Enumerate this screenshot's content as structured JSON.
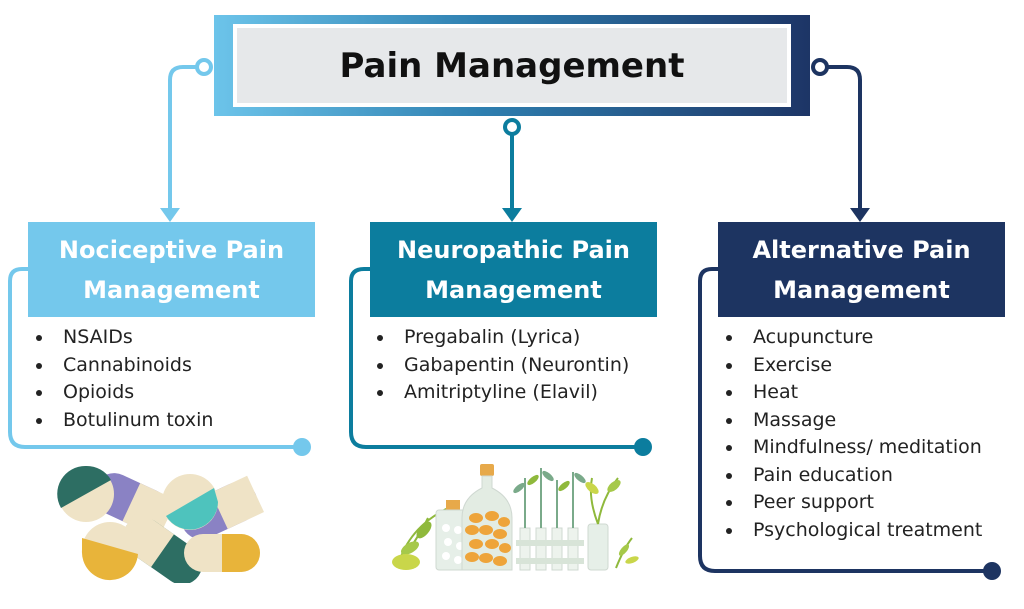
{
  "title": "Pain Management",
  "colors": {
    "light_blue": "#74c8ec",
    "teal": "#0c7d9e",
    "navy": "#1d3461",
    "title_fill": "#e6e8ea"
  },
  "categories": [
    {
      "id": "nociceptive",
      "title_lines": [
        "Nociceptive Pain",
        "Management"
      ],
      "items": [
        "NSAIDs",
        "Cannabinoids",
        "Opioids",
        "Botulinum toxin"
      ],
      "illustration": "pills-icon"
    },
    {
      "id": "neuropathic",
      "title_lines": [
        "Neuropathic Pain",
        "Management"
      ],
      "items": [
        "Pregabalin (Lyrica)",
        "Gabapentin (Neurontin)",
        "Amitriptyline (Elavil)"
      ],
      "illustration": "medicine-bottles-icon"
    },
    {
      "id": "alternative",
      "title_lines": [
        "Alternative Pain",
        "Management"
      ],
      "items": [
        "Acupuncture",
        "Exercise",
        "Heat",
        "Massage",
        "Mindfulness/ meditation",
        "Pain education",
        "Peer support",
        "Psychological treatment"
      ],
      "illustration": null
    }
  ]
}
